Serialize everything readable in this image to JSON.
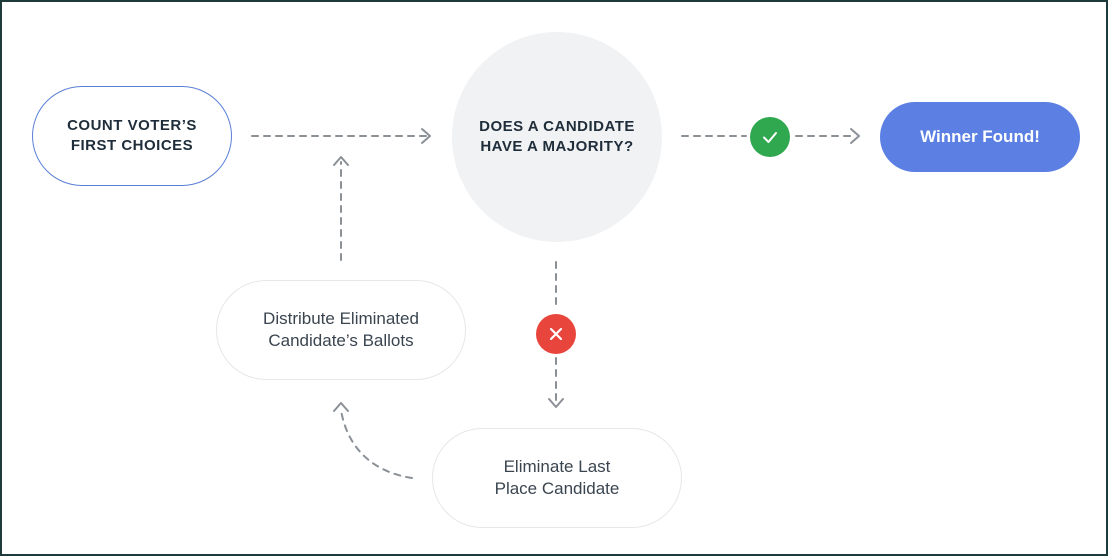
{
  "nodes": {
    "count": "COUNT VOTER’S\nFIRST CHOICES",
    "question": "DOES A CANDIDATE\nHAVE A MAJORITY?",
    "winner": "Winner Found!",
    "distribute": "Distribute Eliminated\nCandidate’s Ballots",
    "eliminate": "Eliminate Last\nPlace Candidate"
  },
  "badges": {
    "yes_icon": "check-icon",
    "no_icon": "x-icon"
  },
  "colors": {
    "start_border": "#5b7fd6",
    "winner_fill": "#5b7fe2",
    "yes": "#2fa84f",
    "no": "#e8453c",
    "question_fill": "#f1f2f4",
    "connector": "#8a9096"
  }
}
